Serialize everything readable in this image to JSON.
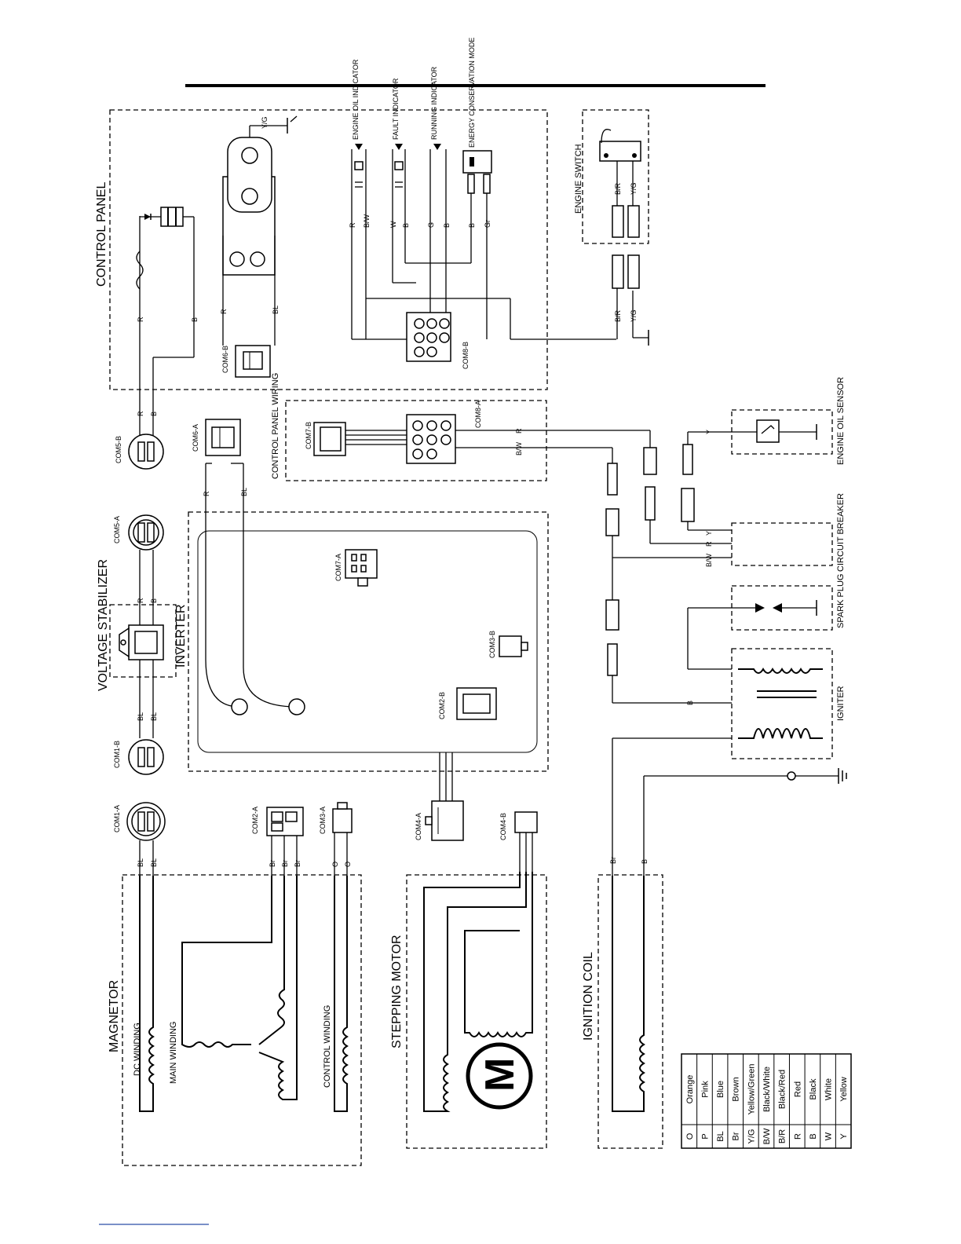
{
  "sections": {
    "control_panel": "CONTROL PANEL",
    "engine_switch": "ENGINE SWITCH",
    "control_panel_wiring": "CONTROL PANEL WIRING",
    "inverter": "INVERTER",
    "voltage_stabilizer": "VOLTAGE STABILIZER",
    "magnetor": "MAGNETOR",
    "dc_winding": "DC WINDING",
    "main_winding": "MAIN WINDING",
    "control_winding": "CONTROL WINDING",
    "stepping_motor": "STEPPING MOTOR",
    "ignition_coil": "IGNITION COIL",
    "engine_oil_sensor": "ENGINE OIL SENSOR",
    "circuit_breaker": "CIRCUIT BREAKER",
    "spark_plug": "SPARK PLUG",
    "igniter": "IGNITER",
    "motor_symbol": "M"
  },
  "indicators": {
    "engine_oil": "ENGINE OIL INDICATOR",
    "fault": "FAULT INDICATOR",
    "running": "RUNNING INDICATOR",
    "energy_mode": "ENERGY CONSERVATION MODE"
  },
  "connectors": {
    "com6b": "COM6-B",
    "com8b": "COM8-B",
    "com5b": "COM5-B",
    "com6a": "COM6-A",
    "com7b": "COM7-B",
    "com8a": "COM8-A",
    "com5a": "COM5-A",
    "com7a": "COM7-A",
    "com3b": "COM3-B",
    "com2b": "COM2-B",
    "com1b": "COM1-B",
    "com1a": "COM1-A",
    "com2a": "COM2-A",
    "com3a": "COM3-A",
    "com4a": "COM4-A",
    "com4b": "COM4-B"
  },
  "wire_labels": {
    "yg": "Y/G",
    "r": "R",
    "b": "B",
    "bl": "BL",
    "bw": "B/W",
    "w": "W",
    "g": "G",
    "gr": "Gr",
    "br_red": "B/R",
    "br": "Br",
    "o": "O",
    "y": "Y"
  },
  "legend": {
    "rows": [
      {
        "code": "O",
        "name": "Orange"
      },
      {
        "code": "P",
        "name": "Pink"
      },
      {
        "code": "BL",
        "name": "Blue"
      },
      {
        "code": "Br",
        "name": "Brown"
      },
      {
        "code": "Y/G",
        "name": "Yellow/Green"
      },
      {
        "code": "B/W",
        "name": "Black/White"
      },
      {
        "code": "B/R",
        "name": "Black/Red"
      },
      {
        "code": "R",
        "name": "Red"
      },
      {
        "code": "B",
        "name": "Black"
      },
      {
        "code": "W",
        "name": "White"
      },
      {
        "code": "Y",
        "name": "Yellow"
      }
    ]
  },
  "footer_link": ""
}
